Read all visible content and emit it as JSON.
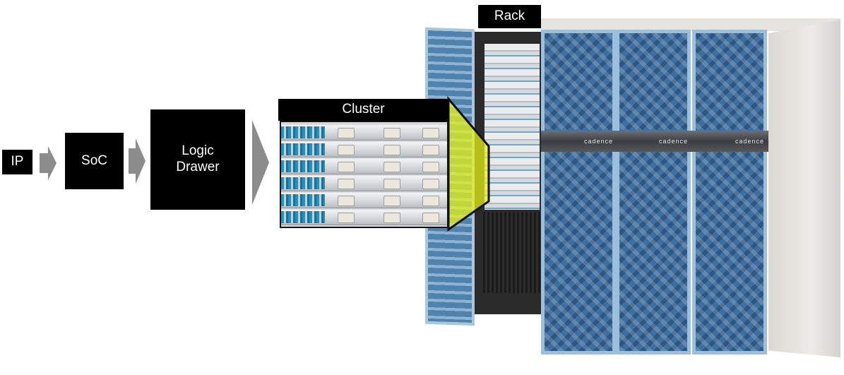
{
  "diagram": {
    "stages": [
      {
        "id": "ip",
        "label": "IP"
      },
      {
        "id": "soc",
        "label": "SoC"
      },
      {
        "id": "logic-drawer",
        "label": "Logic\nDrawer"
      },
      {
        "id": "cluster",
        "label": "Cluster"
      },
      {
        "id": "rack",
        "label": "Rack"
      }
    ],
    "brand_text": "cadence",
    "colors": {
      "box_fill": "#000000",
      "box_text": "#ffffff",
      "arrow_fill": "#8c8c8c",
      "cabinet_blue": "#3e6f9e",
      "cabinet_frame": "#9cc0dc",
      "zoom_highlight": "#e6f215"
    }
  }
}
